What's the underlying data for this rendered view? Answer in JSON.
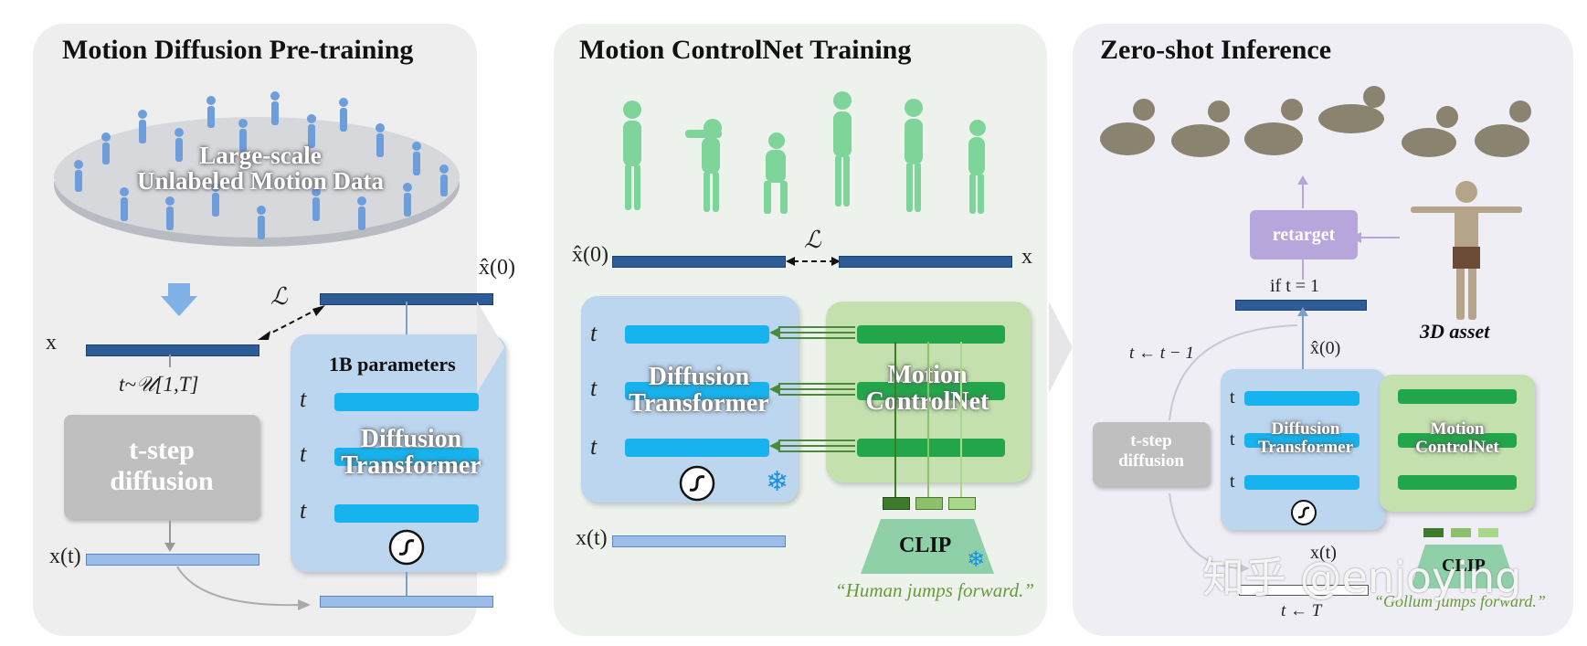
{
  "panels": {
    "pretraining": {
      "title": "Motion Diffusion Pre-training",
      "data_label": "Large-scale\nUnlabeled Motion Data",
      "x_label": "x",
      "xhat_label": "x̂(0)",
      "loss_label": "ℒ",
      "sample_label": "t~𝒰[1,T]",
      "diffusion_box": "t-step\ndiffusion",
      "xt_label": "x(t)",
      "params_label": "1B parameters",
      "transformer_label": "Diffusion\nTransformer",
      "t_label": "t"
    },
    "controlnet": {
      "title": "Motion ControlNet Training",
      "xhat_label": "x̂(0)",
      "x_label": "x",
      "loss_label": "ℒ",
      "transformer_label": "Diffusion\nTransformer",
      "controlnet_label": "Motion\nControlNet",
      "clip_label": "CLIP",
      "xt_label": "x(t)",
      "prompt": "“Human jumps forward.”",
      "t_label": "t"
    },
    "inference": {
      "title": "Zero-shot Inference",
      "retarget_label": "retarget",
      "condition_label": "if t = 1",
      "asset_label": "3D asset",
      "update_label": "t ← t − 1",
      "xhat_label": "x̂(0)",
      "diffusion_box": "t-step\ndiffusion",
      "transformer_label": "Diffusion\nTransformer",
      "controlnet_label": "Motion\nControlNet",
      "clip_label": "CLIP",
      "xt_label": "x(t)",
      "init_label": "t ← T",
      "prompt": "“Gollum jumps forward.”",
      "t_label": "t"
    }
  },
  "watermark": "知乎 @enjoying",
  "colors": {
    "panel1_bg": "#eeeeef",
    "panel2_bg": "#edf3ec",
    "panel3_bg": "#f0eef5",
    "transformer_block": "#bcd6f0",
    "controlnet_block": "#c3e0ae",
    "token_cyan": "#17b3ee",
    "token_green": "#23a64a",
    "navy_bar": "#2e5c96",
    "retarget": "#b7a6dc"
  }
}
